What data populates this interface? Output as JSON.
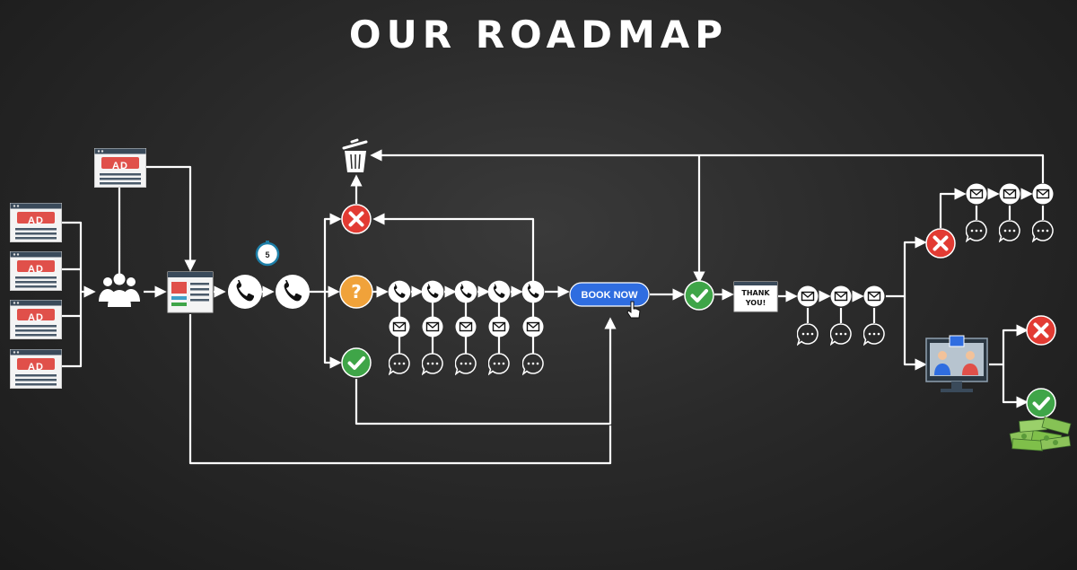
{
  "title": "OUR ROADMAP",
  "ad_label": "AD",
  "book_now_label": "BOOK NOW",
  "thank_you_line1": "THANK",
  "thank_you_line2": "YOU!",
  "timer_label": "5",
  "question_mark": "?",
  "colors": {
    "background": "#2a2a2a",
    "line": "#ffffff",
    "ad_red": "#e0504a",
    "success_green": "#3fa548",
    "fail_red": "#e23b33",
    "question_orange": "#f0a23a",
    "book_button_blue": "#2f6de0",
    "money_green": "#7fbf4a"
  },
  "icons": [
    "ad-window-icon",
    "audience-icon",
    "landing-page-icon",
    "timer-icon",
    "phone-icon",
    "question-icon",
    "email-icon",
    "chat-bubble-icon",
    "reject-icon",
    "check-icon",
    "trash-icon",
    "thank-you-card-icon",
    "video-call-monitor-icon",
    "money-stack-icon",
    "pointer-hand-icon"
  ]
}
